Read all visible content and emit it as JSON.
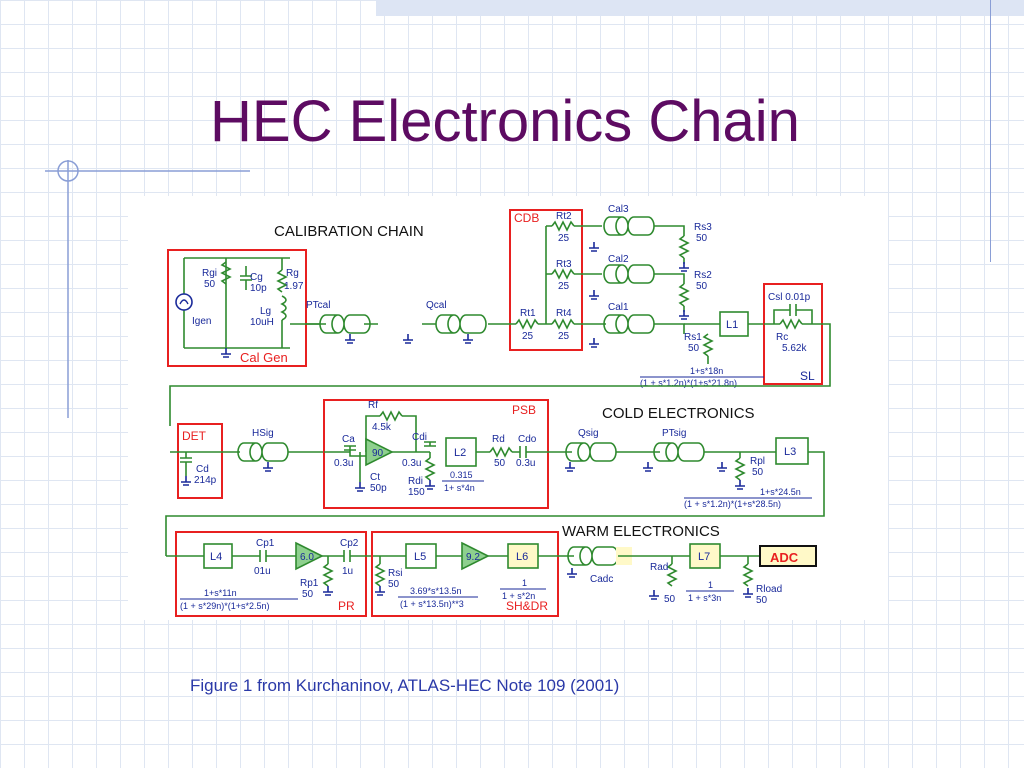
{
  "title": "HEC Electronics Chain",
  "caption": "Figure 1 from Kurchaninov, ATLAS-HEC Note 109 (2001)",
  "colors": {
    "title": "#5d0b62",
    "caption": "#2a39a8",
    "wire": "#2f8a2f",
    "box": "#e82020",
    "label": "#1a2a9a"
  },
  "diagram": {
    "headings": {
      "calibration": "CALIBRATION  CHAIN",
      "cold": "COLD  ELECTRONICS",
      "warm": "WARM  ELECTRONICS"
    },
    "blocks": {
      "calgen": "Cal Gen",
      "cdb": "CDB",
      "sl": "SL",
      "det": "DET",
      "psb": "PSB",
      "pr": "PR",
      "shdr": "SH&DR",
      "adc": "ADC"
    },
    "labels": {
      "rgi": "Rgi",
      "rgi_v": "50",
      "cg": "Cg",
      "cg_v": "10p",
      "rg": "Rg",
      "rg_v": "1.97",
      "lg": "Lg",
      "lg_v": "10uH",
      "igen": "Igen",
      "ptcal": "PTcal",
      "qcal": "Qcal",
      "rt1": "Rt1",
      "rt1_v": "25",
      "rt2": "Rt2",
      "rt2_v": "25",
      "rt3": "Rt3",
      "rt3_v": "25",
      "rt4": "Rt4",
      "rt4_v": "25",
      "cal1": "Cal1",
      "cal2": "Cal2",
      "cal3": "Cal3",
      "rs1": "Rs1",
      "rs1_v": "50",
      "rs2": "Rs2",
      "rs2_v": "50",
      "rs3": "Rs3",
      "rs3_v": "50",
      "l1": "L1",
      "csl": "Csl 0.01p",
      "rc": "Rc",
      "rc_v": "5.62k",
      "tf_sl_num": "1+s*18n",
      "tf_sl_den": "(1 + s*1.2n)*(1+s*21.8n)",
      "cd": "Cd",
      "cd_v": "214p",
      "hsig": "HSig",
      "rf": "Rf",
      "rf_v": "4.5k",
      "ca": "Ca",
      "ca_v": "0.3u",
      "amp90": "90",
      "ct": "Ct",
      "ct_v": "50p",
      "cdi": "Cdi",
      "cdi_v": "0.3u",
      "rdi": "Rdi",
      "rdi_v": "150",
      "l2": "L2",
      "tf_l2_num": "0.315",
      "tf_l2_den": "1+ s*4n",
      "rd": "Rd",
      "rd_v": "50",
      "cdo": "Cdo",
      "cdo_v": "0.3u",
      "qsig": "Qsig",
      "ptsig": "PTsig",
      "rpl": "Rpl",
      "rpl_v": "50",
      "l3": "L3",
      "tf_l3_num": "1+s*24.5n",
      "tf_l3_den": "(1 + s*1.2n)*(1+s*28.5n)",
      "l4": "L4",
      "cp1": "Cp1",
      "cp1_v": "01u",
      "amp60": "6.0",
      "rp1": "Rp1",
      "rp1_v": "50",
      "cp2": "Cp2",
      "cp2_v": "1u",
      "tf_l4_num": "1+s*11n",
      "tf_l4_den": "(1 + s*29n)*(1+s*2.5n)",
      "rsi": "Rsi",
      "rsi_v": "50",
      "l5": "L5",
      "amp92": "9.2",
      "l6": "L6",
      "tf_l5": "3.69*s*13.5n",
      "tf_l5_den": "(1 + s*13.5n)**3",
      "tf_l6_num": "1",
      "tf_l6_den": "1 + s*2n",
      "cadc": "Cadc",
      "rad": "Rad",
      "rad_v": "50",
      "l7": "L7",
      "tf_l7_num": "1",
      "tf_l7_den": "1 + s*3n",
      "rload": "Rload",
      "rload_v": "50"
    }
  }
}
